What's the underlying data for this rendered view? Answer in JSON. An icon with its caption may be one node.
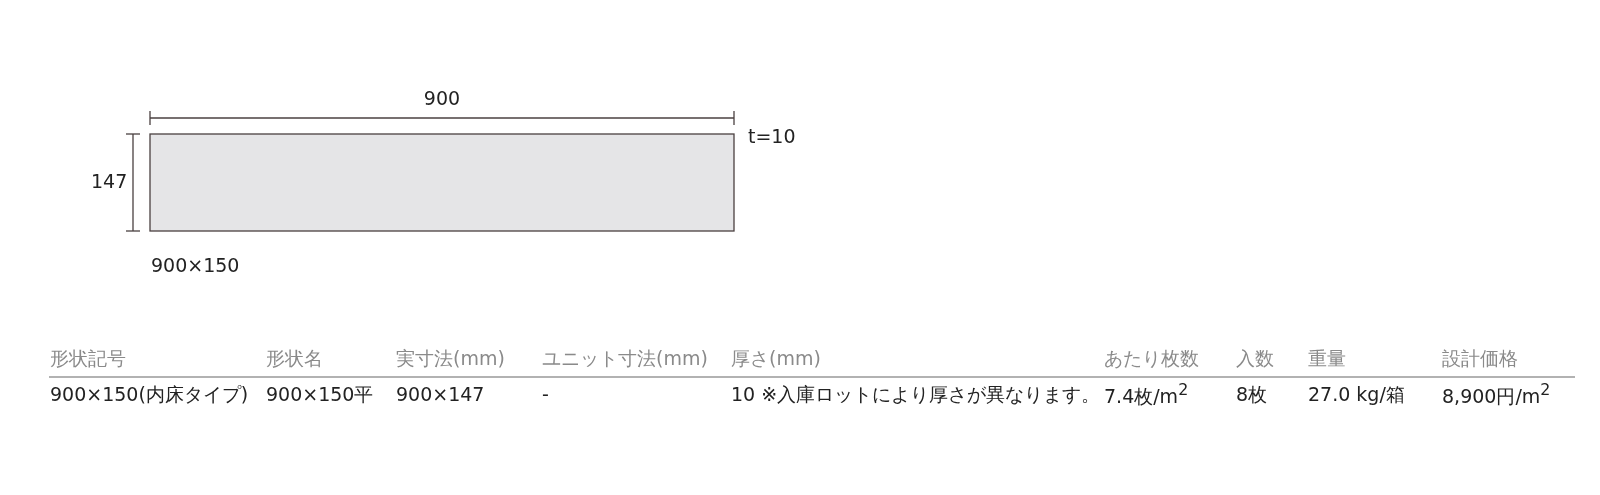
{
  "diagram": {
    "labels": [
      "900",
      "t=10",
      "147",
      "900×150",
      "形状記号",
      "形状名",
      "実寸法(mm)",
      "ユニット寸法(mm)",
      "厚さ(mm)",
      "あたり枚数",
      "入数",
      "重量",
      "設計価格",
      "900×150(内床タイプ)",
      "900×150平",
      "900×147",
      "-",
      "10 ※入庫ロットにより厚さが異なります。",
      "7.4枚/m$^{2}$",
      "8枚",
      "27.0 kg/箱",
      "8,900円/m$^{2}$"
    ]
  }
}
